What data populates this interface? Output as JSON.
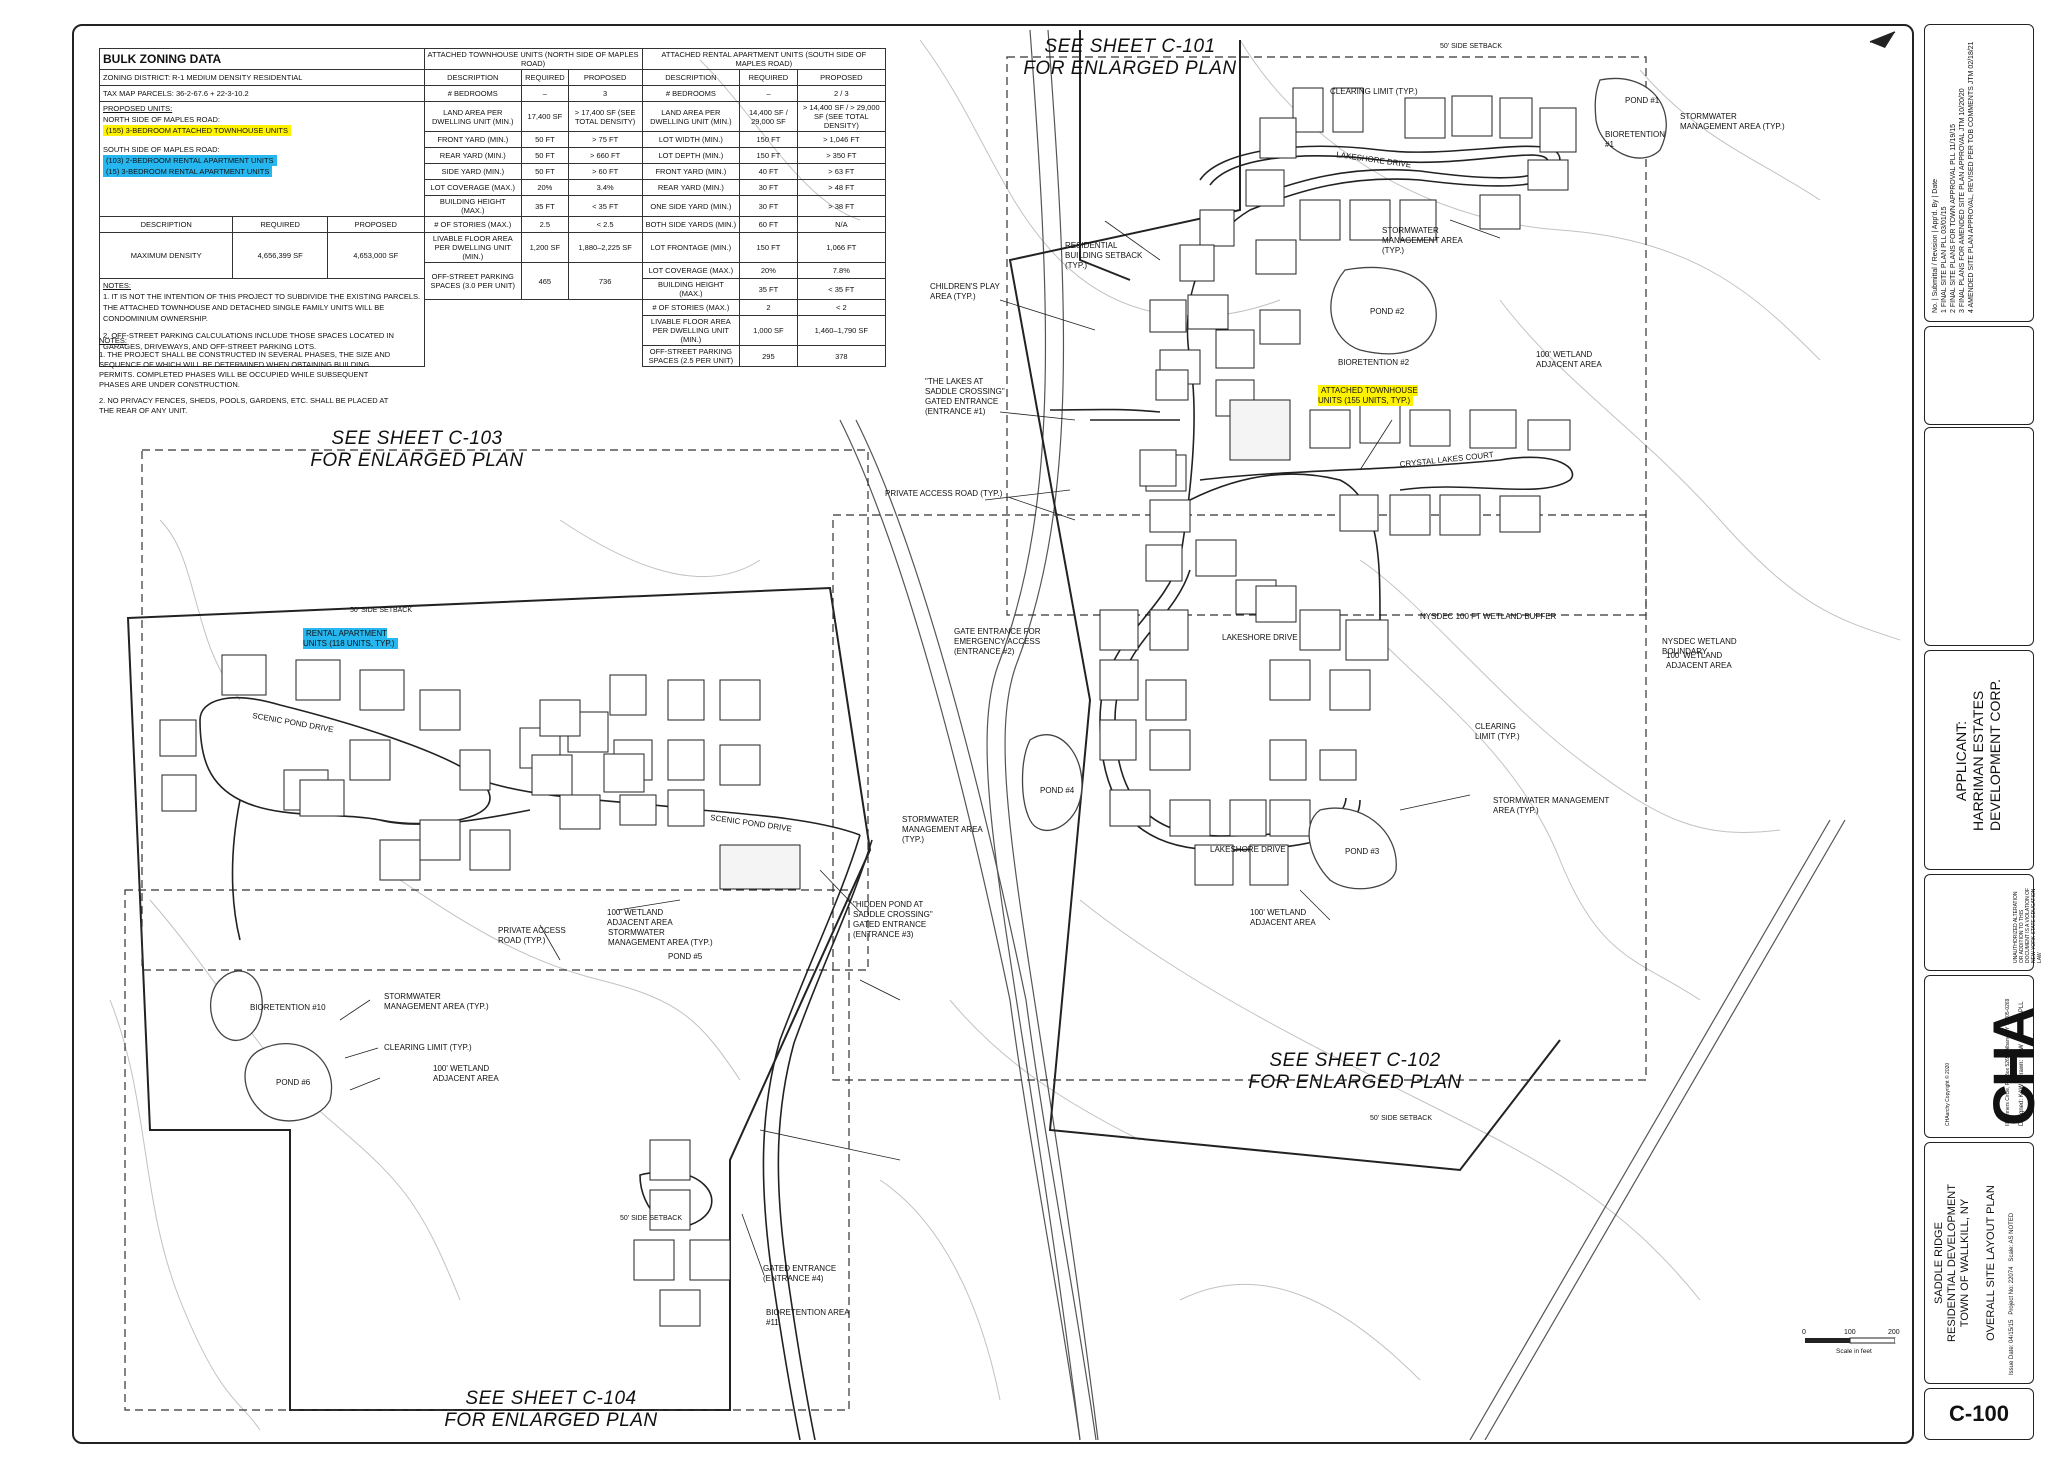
{
  "zoning_table": {
    "title": "BULK ZONING DATA",
    "zoning_district": "ZONING DISTRICT: R-1 MEDIUM DENSITY RESIDENTIAL",
    "tax_map": "TAX MAP PARCELS: 36-2-67.6 + 22-3-10.2",
    "proposed_units_label": "PROPOSED UNITS:",
    "north_side_label": "NORTH SIDE OF MAPLES ROAD:",
    "north_units": "(155) 3-BEDROOM ATTACHED TOWNHOUSE UNITS",
    "south_side_label": "SOUTH SIDE OF MAPLES ROAD:",
    "south_units_1": "(103) 2-BEDROOM RENTAL APARTMENT UNITS",
    "south_units_2": "(15)  3-BEDROOM RENTAL APARTMENT UNITS",
    "density_headers": [
      "DESCRIPTION",
      "REQUIRED",
      "PROPOSED"
    ],
    "density_row": [
      "MAXIMUM DENSITY",
      "4,656,399 SF",
      "4,653,000 SF"
    ],
    "townhouse_header": "ATTACHED TOWNHOUSE UNITS (NORTH SIDE OF MAPLES ROAD)",
    "rental_header": "ATTACHED RENTAL APARTMENT UNITS (SOUTH SIDE OF MAPLES ROAD)",
    "col_headers": [
      "DESCRIPTION",
      "REQUIRED",
      "PROPOSED"
    ],
    "townhouse_rows": [
      [
        "# BEDROOMS",
        "–",
        "3"
      ],
      [
        "LAND AREA PER DWELLING UNIT (MIN.)",
        "17,400 SF",
        "> 17,400 SF (SEE TOTAL DENSITY)"
      ],
      [
        "FRONT YARD (MIN.)",
        "50 FT",
        "> 75 FT"
      ],
      [
        "REAR YARD (MIN.)",
        "50 FT",
        "> 660 FT"
      ],
      [
        "SIDE YARD (MIN.)",
        "50 FT",
        "> 60 FT"
      ],
      [
        "LOT COVERAGE (MAX.)",
        "20%",
        "3.4%"
      ],
      [
        "BUILDING HEIGHT (MAX.)",
        "35 FT",
        "< 35 FT"
      ],
      [
        "# OF STORIES (MAX.)",
        "2.5",
        "< 2.5"
      ],
      [
        "LIVABLE FLOOR AREA PER DWELLING UNIT (MIN.)",
        "1,200 SF",
        "1,880–2,225 SF"
      ],
      [
        "OFF-STREET PARKING SPACES (3.0 PER UNIT)",
        "465",
        "736"
      ]
    ],
    "rental_rows": [
      [
        "# BEDROOMS",
        "–",
        "2 / 3"
      ],
      [
        "LAND AREA PER DWELLING UNIT (MIN.)",
        "14,400 SF / 29,000 SF",
        "> 14,400 SF / > 29,000 SF (SEE TOTAL DENSITY)"
      ],
      [
        "LOT WIDTH (MIN.)",
        "150 FT",
        "> 1,046 FT"
      ],
      [
        "LOT DEPTH (MIN.)",
        "150 FT",
        "> 350 FT"
      ],
      [
        "FRONT YARD (MIN.)",
        "40 FT",
        "> 63 FT"
      ],
      [
        "REAR YARD (MIN.)",
        "30 FT",
        "> 48 FT"
      ],
      [
        "ONE SIDE YARD (MIN.)",
        "30 FT",
        "> 38 FT"
      ],
      [
        "BOTH SIDE YARDS (MIN.)",
        "60 FT",
        "N/A"
      ],
      [
        "LOT FRONTAGE (MIN.)",
        "150 FT",
        "1,066 FT"
      ],
      [
        "LOT COVERAGE (MAX.)",
        "20%",
        "7.8%"
      ],
      [
        "BUILDING HEIGHT (MAX.)",
        "35 FT",
        "< 35 FT"
      ],
      [
        "# OF STORIES (MAX.)",
        "2",
        "< 2"
      ],
      [
        "LIVABLE FLOOR AREA PER DWELLING UNIT (MIN.)",
        "1,000 SF",
        "1,460–1,790 SF"
      ],
      [
        "OFF-STREET PARKING SPACES (2.5 PER UNIT)",
        "295",
        "378"
      ]
    ],
    "notes_title": "NOTES:",
    "note_1": "1.  IT IS NOT THE INTENTION OF THIS PROJECT TO SUBDIVIDE THE EXISTING PARCELS. THE ATTACHED TOWNHOUSE AND DETACHED SINGLE FAMILY UNITS WILL BE CONDOMINIUM OWNERSHIP.",
    "note_2": "2.  OFF-STREET PARKING CALCULATIONS INCLUDE THOSE SPACES LOCATED IN GARAGES, DRIVEWAYS, AND OFF-STREET PARKING LOTS."
  },
  "general_notes": {
    "title": "NOTES:",
    "note_1": "1. THE PROJECT SHALL BE CONSTRUCTED IN SEVERAL PHASES, THE SIZE AND SEQUENCE OF WHICH WILL BE DETERMINED WHEN OBTAINING BUILDING PERMITS. COMPLETED PHASES WILL BE OCCUPIED WHILE SUBSEQUENT PHASES ARE UNDER CONSTRUCTION.",
    "note_2": "2. NO PRIVACY FENCES, SHEDS, POOLS, GARDENS, ETC. SHALL BE PLACED AT THE REAR OF ANY UNIT."
  },
  "sheet_refs": {
    "c101": [
      "SEE SHEET C-101",
      "FOR ENLARGED PLAN"
    ],
    "c102": [
      "SEE SHEET C-102",
      "FOR ENLARGED PLAN"
    ],
    "c103": [
      "SEE SHEET C-103",
      "FOR ENLARGED PLAN"
    ],
    "c104": [
      "SEE SHEET C-104",
      "FOR ENLARGED PLAN"
    ]
  },
  "callouts": {
    "clearing_limit": "CLEARING LIMIT (TYP.)",
    "pond1": "POND #1",
    "bioretention1": "BIORETENTION #1",
    "stormwater_ne": "STORMWATER MANAGEMENT AREA (TYP.)",
    "res_setback": "RESIDENTIAL BUILDING SETBACK (TYP.)",
    "childrens_play": "CHILDREN'S PLAY AREA (TYP.)",
    "stormwater_mid": "STORMWATER MANAGEMENT AREA (TYP.)",
    "pond2": "POND #2",
    "bioretention2": "BIORETENTION #2",
    "wetland_100_a": "100' WETLAND ADJACENT AREA",
    "lakes_entrance": "\"THE LAKES AT SADDLE CROSSING\" GATED ENTRANCE (ENTRANCE #1)",
    "townhouse_units": "ATTACHED TOWNHOUSE UNITS (155 UNITS, TYP.)",
    "private_access_1": "PRIVATE ACCESS ROAD (TYP.)",
    "gate_emergency": "GATE ENTRANCE FOR EMERGENCY ACCESS (ENTRANCE #2)",
    "wetland_buffer": "NYSDEC 100 FT WETLAND BUFFER",
    "wetland_boundary": "NYSDEC WETLAND BOUNDARY",
    "wetland_100_b": "100' WETLAND ADJACENT AREA",
    "clearing_limit_2": "CLEARING LIMIT (TYP.)",
    "stormwater_e": "STORMWATER MANAGEMENT AREA (TYP.)",
    "pond3": "POND #3",
    "wetland_100_c": "100' WETLAND ADJACENT AREA",
    "pond4": "POND #4",
    "stormwater_mid2": "STORMWATER MANAGEMENT AREA (TYP.)",
    "hidden_pond": "\"HIDDEN POND AT SADDLE CROSSING\" GATED ENTRANCE (ENTRANCE #3)",
    "rental_units": "RENTAL APARTMENT UNITS (118 UNITS, TYP.)",
    "wetland_100_d": "100' WETLAND ADJACENT AREA",
    "stormwater_sw": "STORMWATER MANAGEMENT AREA (TYP.)",
    "pond5": "POND #5",
    "private_access_2": "PRIVATE ACCESS ROAD (TYP.)",
    "stormwater_w": "STORMWATER MANAGEMENT AREA (TYP.)",
    "clearing_limit_3": "CLEARING LIMIT (TYP.)",
    "wetland_100_e": "100' WETLAND ADJACENT AREA",
    "pond6": "POND #6",
    "bioretention10": "BIORETENTION #10",
    "gated_entrance4": "GATED ENTRANCE (ENTRANCE #4)",
    "bioretention11": "BIORETENTION AREA #11"
  },
  "road_labels": {
    "lakeshore": "LAKESHORE DRIVE",
    "crystal_lakes": "CRYSTAL LAKES COURT",
    "scenic_pond": "SCENIC POND DRIVE",
    "setback_50": "50' SIDE SETBACK"
  },
  "title_block": {
    "revisions_title": "Submittal / Revision",
    "revision_headers": [
      "No.",
      "Submittal / Revision",
      "App'd. By",
      "Date"
    ],
    "revisions": [
      [
        "1",
        "FINAL SITE PLAN",
        "PLL",
        "03/01/15"
      ],
      [
        "2",
        "FINAL SITE PLANS FOR TOWN APPROVAL",
        "PLL",
        "11/19/15"
      ],
      [
        "3",
        "FINAL PLANS FOR AMENDED SITE PLAN APPROVAL",
        "JTM",
        "10/20/20"
      ],
      [
        "4",
        "AMENDED SITE PLAN APPROVAL, REVISED PER TOB COMMENTS",
        "JTM",
        "02/18/21"
      ]
    ],
    "applicant": [
      "APPLICANT:",
      "HARRIMAN ESTATES",
      "DEVELOPMENT CORP."
    ],
    "warning": "UNAUTHORIZED ALTERATION OR ADDITION TO THIS DOCUMENT IS A VIOLATION OF NEW YORK STATE EDUCATION LAW",
    "firm_logo": "CHA",
    "firm_address": "III Winners Circle, PO Box 5269 • Albany, NY 12205-0269",
    "copyright": "CHAarchy Copyright © 2020",
    "designed": "Designed: KAW",
    "drawn": "Drawn: SHW",
    "checked": "Checked: PLL",
    "project": [
      "SADDLE RIDGE",
      "RESIDENTIAL DEVELOPMENT",
      "TOWN OF WALLKILL, NY"
    ],
    "sheet_title": "OVERALL SITE LAYOUT PLAN",
    "scale": "Scale: AS NOTED",
    "issue_date": "Issue Date: 04/15/15",
    "project_no": "Project No: 22074",
    "sheet_number": "C-100"
  },
  "scale_bar": {
    "ticks": [
      "0",
      "100",
      "200"
    ],
    "label": "Scale in feet"
  },
  "colors": {
    "highlight_yellow": "#fff200",
    "highlight_blue": "#27b7f0",
    "linework": "#222222",
    "contour": "#b8b8b8"
  }
}
